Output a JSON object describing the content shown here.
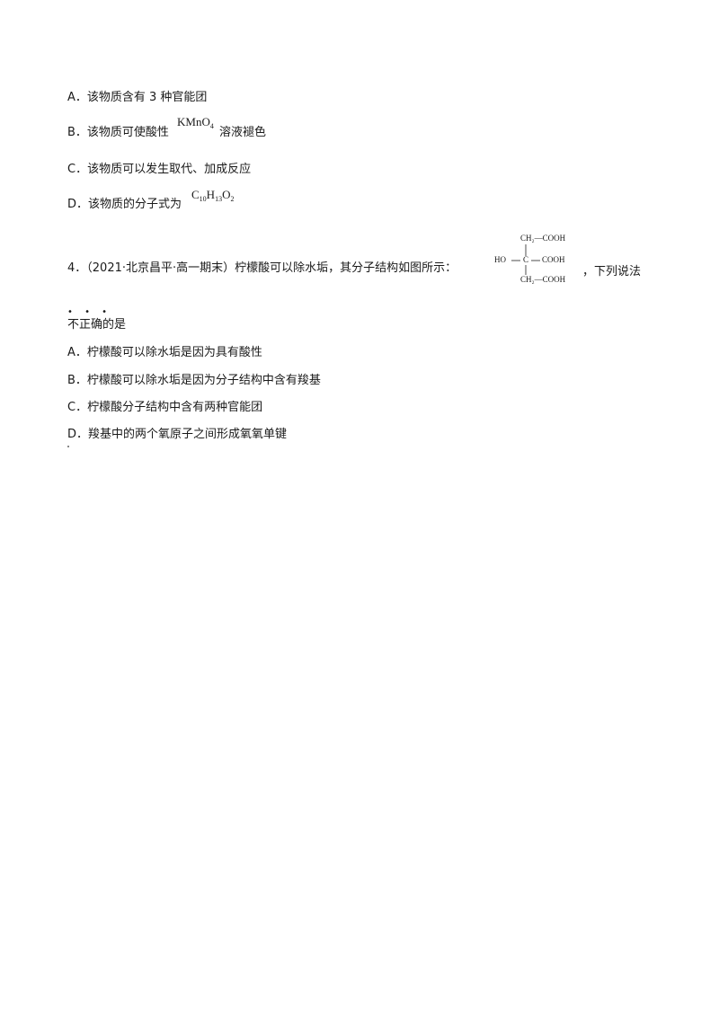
{
  "q3_options": {
    "a": "A．该物质含有 3 种官能团",
    "b_pre": "B．该物质可使酸性",
    "b_formula": "KMnO",
    "b_sub": "4",
    "b_post": "溶液褪色",
    "c": "C．该物质可以发生取代、加成反应",
    "d_pre": "D．该物质的分子式为",
    "d_c": "C",
    "d_c_sub": "10",
    "d_h": "H",
    "d_h_sub": "13",
    "d_o": "O",
    "d_o_sub": "2"
  },
  "q4": {
    "stem": "4．（2021·北京昌平·高一期末）柠檬酸可以除水垢，其分子结构如图所示：",
    "stem_tail": "，下列说法",
    "emphasis": "不正确的是",
    "emphasis_dots": "• • •",
    "structure": {
      "top": "CH₂—COOH",
      "left": "HO",
      "center": "C",
      "right": "COOH",
      "bottom": "CH₂—COOH"
    },
    "options": {
      "a": "A．柠檬酸可以除水垢是因为具有酸性",
      "b": "B．柠檬酸可以除水垢是因为分子结构中含有羧基",
      "c": "C．柠檬酸分子结构中含有两种官能团",
      "d": "D．羧基中的两个氧原子之间形成氧氧单键"
    }
  }
}
